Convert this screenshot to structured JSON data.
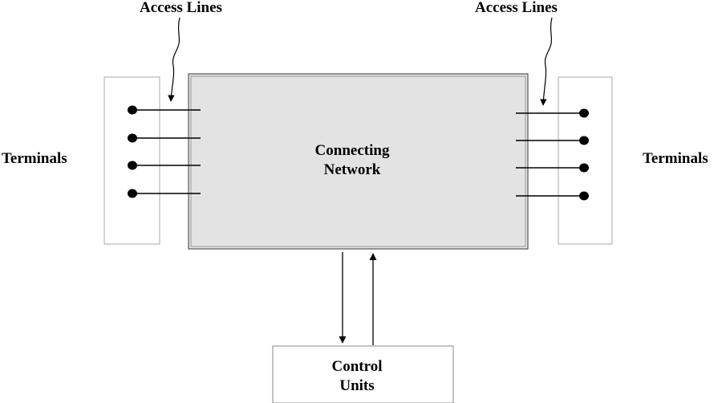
{
  "labels": {
    "access_lines_left": "Access Lines",
    "access_lines_right": "Access Lines",
    "terminals_left": "Terminals",
    "terminals_right": "Terminals",
    "network_line1": "Connecting",
    "network_line2": "Network",
    "control_line1": "Control",
    "control_line2": "Units"
  },
  "colors": {
    "network_fill": "#e3e3e3",
    "stroke": "#000000",
    "terminal_box_stroke": "#aaaaaa"
  }
}
